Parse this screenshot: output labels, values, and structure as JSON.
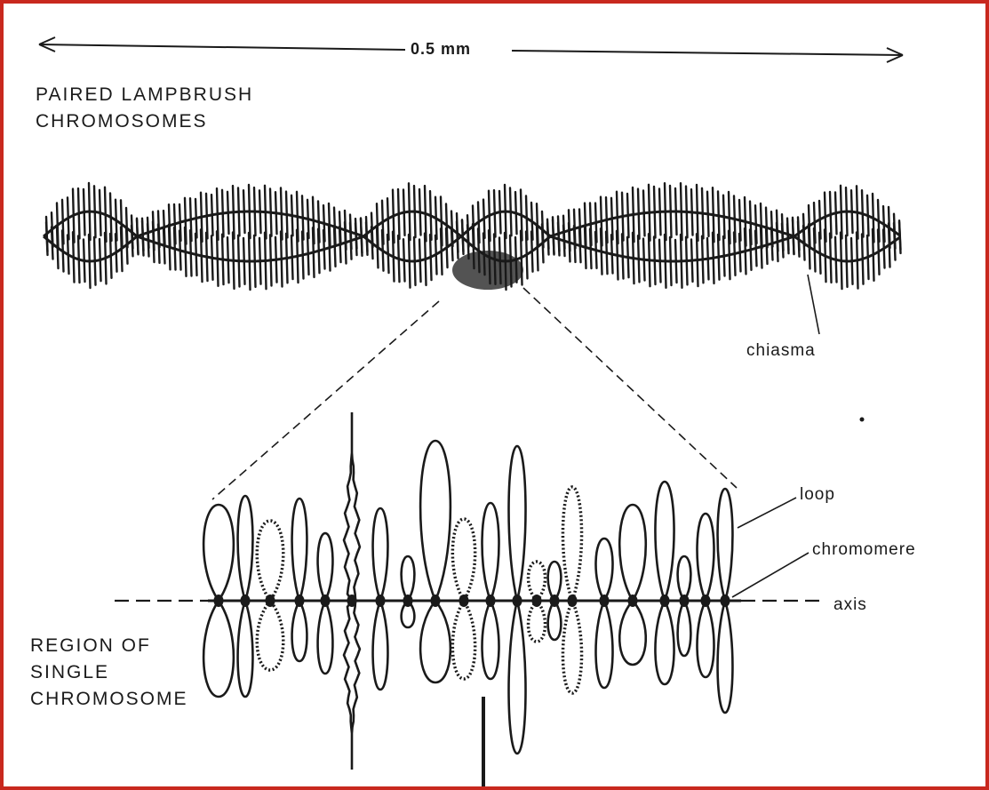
{
  "scale_bar": {
    "label": "0.5 mm"
  },
  "titles": {
    "paired": [
      "PAIRED LAMPBRUSH",
      "CHROMOSOMES"
    ],
    "single": [
      "REGION OF",
      "SINGLE",
      "CHROMOSOME"
    ]
  },
  "labels": {
    "chiasma": "chiasma",
    "loop": "loop",
    "chromomere": "chromomere",
    "axis": "axis"
  },
  "colors": {
    "frame": "#c8281e",
    "ink": "#1a1a1a"
  }
}
